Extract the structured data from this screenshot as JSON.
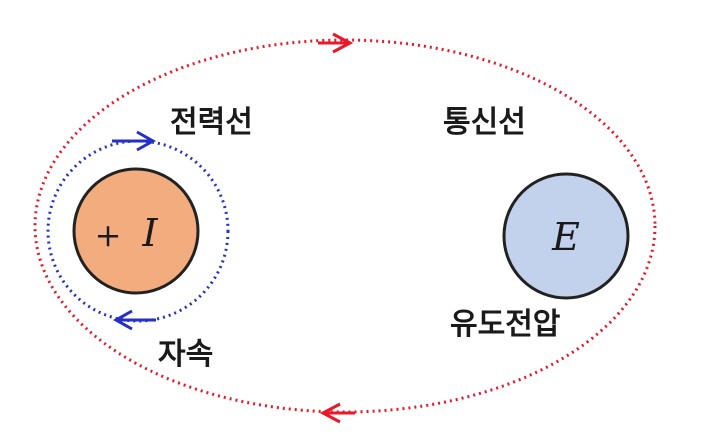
{
  "labels": {
    "power_line": "전력선",
    "comm_line": "통신선",
    "magnetic_flux": "자속",
    "induced_voltage": "유도전압",
    "current_sign": "+",
    "current_symbol": "I",
    "voltage_symbol": "E"
  },
  "colors": {
    "outer_loop": "#e8182a",
    "inner_loop": "#2430c8",
    "current_conductor_fill": "#f2ac7e",
    "voltage_conductor_fill": "#c3d2ec",
    "outline": "#222222"
  }
}
